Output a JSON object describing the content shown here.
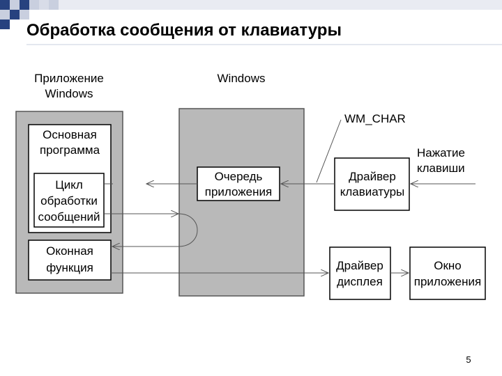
{
  "slide": {
    "title": "Обработка сообщения от клавиатуры",
    "page_number": "5"
  },
  "diagram": {
    "app_header": [
      "Приложение",
      "Windows"
    ],
    "windows_header": "Windows",
    "main_program": [
      "Основная",
      "программа"
    ],
    "message_loop": [
      "Цикл",
      "обработки",
      "сообщений"
    ],
    "window_function": [
      "Оконная",
      "функция"
    ],
    "app_queue": [
      "Очередь",
      "приложения"
    ],
    "keyboard_driver": [
      "Драйвер",
      "клавиатуры"
    ],
    "display_driver": [
      "Драйвер",
      "дисплея"
    ],
    "app_window": [
      "Окно",
      "приложения"
    ],
    "wm_char": "WM_CHAR",
    "key_press": [
      "Нажатие",
      "клавиши"
    ]
  },
  "colors": {
    "panel_fill": "#b9b9b9",
    "panel_stroke": "#555555",
    "box_fill": "#ffffff",
    "box_stroke": "#000000",
    "arrow": "#555555",
    "corner_square": "#27427f",
    "corner_square_light": "#c9cfdf"
  }
}
